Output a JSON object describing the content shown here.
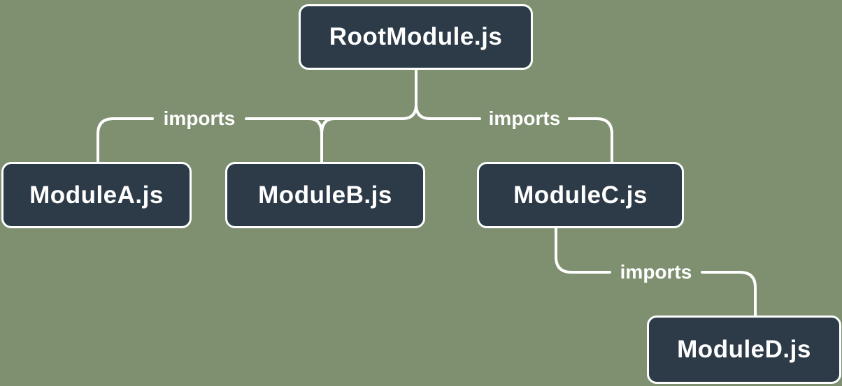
{
  "diagram": {
    "kind": "module-dependency-tree",
    "nodes": {
      "root": {
        "label": "RootModule.js"
      },
      "a": {
        "label": "ModuleA.js"
      },
      "b": {
        "label": "ModuleB.js"
      },
      "c": {
        "label": "ModuleC.js"
      },
      "d": {
        "label": "ModuleD.js"
      }
    },
    "edges": {
      "root_left_label": "imports",
      "root_right_label": "imports",
      "c_to_d_label": "imports"
    },
    "colors": {
      "background": "#7e9070",
      "node_fill": "#2d3b49",
      "node_border": "#ffffff",
      "line": "#ffffff",
      "text": "#ffffff"
    }
  }
}
